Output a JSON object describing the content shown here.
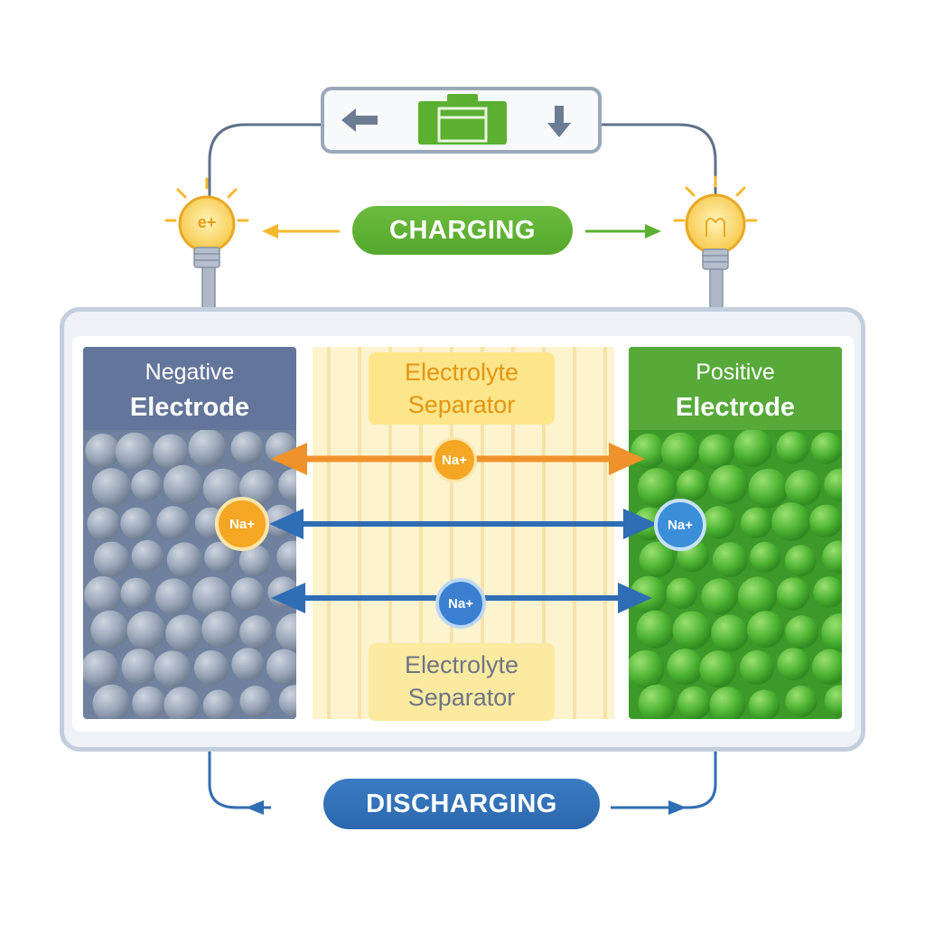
{
  "control_bar": {
    "left_icon": "arrow-left-icon",
    "center_icon": "battery-icon",
    "right_icon": "arrow-down-icon"
  },
  "modes": {
    "charging": "CHARGING",
    "discharging": "DISCHARGING"
  },
  "bulbs": {
    "left_label": "e+",
    "left_icon": "light-bulb-icon",
    "right_icon": "light-bulb-icon"
  },
  "electrodes": {
    "negative": {
      "line1": "Negative",
      "line2": "Electrode"
    },
    "positive": {
      "line1": "Positive",
      "line2": "Electrode"
    }
  },
  "separator": {
    "top_label": {
      "line1": "Electrolyte",
      "line2": "Separator"
    },
    "bottom_label": {
      "line1": "Electrolyte",
      "line2": "Separator"
    }
  },
  "ions": {
    "orange_mid": "Na+",
    "orange_left": "Na+",
    "blue_mid": "Na+",
    "blue_right": "Na+"
  },
  "colors": {
    "charging": "#5bb030",
    "discharging": "#2f6db5",
    "negative": "#6f819e",
    "positive": "#3d9a2a",
    "separator": "#fdf3cf",
    "ion_orange": "#f5a623",
    "ion_blue": "#3b7fd0"
  }
}
